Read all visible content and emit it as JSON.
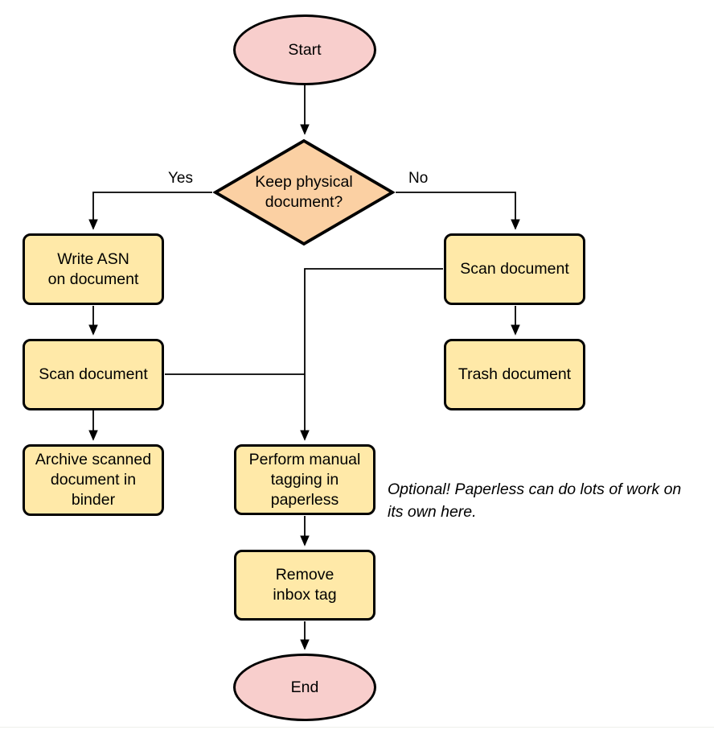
{
  "diagram": {
    "nodes": {
      "start": {
        "label": "Start"
      },
      "decision": {
        "label": "Keep physical\ndocument?"
      },
      "write_asn": {
        "label": "Write ASN\non document"
      },
      "scan_left": {
        "label": "Scan document"
      },
      "archive": {
        "label": "Archive scanned\ndocument in\nbinder"
      },
      "scan_right": {
        "label": "Scan document"
      },
      "trash": {
        "label": "Trash document"
      },
      "tagging": {
        "label": "Perform manual\ntagging in\npaperless"
      },
      "remove_inbox": {
        "label": "Remove\ninbox tag"
      },
      "end": {
        "label": "End"
      }
    },
    "edge_labels": {
      "yes": "Yes",
      "no": "No"
    },
    "annotation": "Optional! Paperless can do lots of work on\nits own here.",
    "colors": {
      "terminal_fill": "#f8cecc",
      "decision_fill": "#fbd0a3",
      "process_fill": "#ffe9a8",
      "stroke": "#000000"
    }
  }
}
